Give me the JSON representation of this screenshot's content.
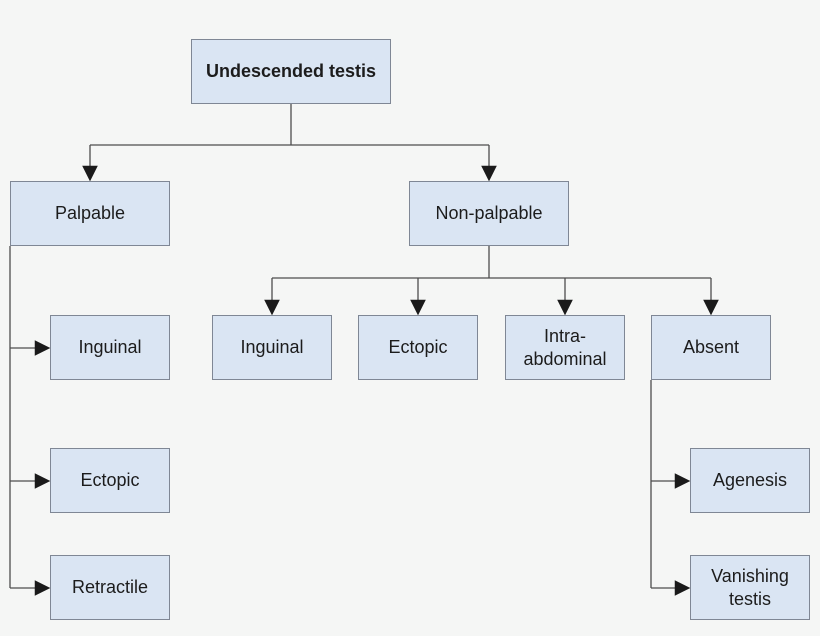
{
  "diagram": {
    "type": "flowchart",
    "nodes": {
      "root": {
        "label": "Undescended testis"
      },
      "palpable": {
        "label": "Palpable"
      },
      "non_palpable": {
        "label": "Non-palpable"
      },
      "palpable_inguinal": {
        "label": "Inguinal"
      },
      "palpable_ectopic": {
        "label": "Ectopic"
      },
      "palpable_retractile": {
        "label": "Retractile"
      },
      "nonpalpable_inguinal": {
        "label": "Inguinal"
      },
      "nonpalpable_ectopic": {
        "label": "Ectopic"
      },
      "nonpalpable_intra_abdominal": {
        "label": "Intra-abdominal"
      },
      "nonpalpable_absent": {
        "label": "Absent"
      },
      "absent_agenesis": {
        "label": "Agenesis"
      },
      "absent_vanishing_testis": {
        "label": "Vanishing testis"
      }
    }
  },
  "colors": {
    "background": "#f5f6f5",
    "node_fill": "#dae5f3",
    "node_border": "#7f8795",
    "line": "#4d4d4d",
    "arrow": "#1a1a1a",
    "text": "#1c1c1c"
  }
}
